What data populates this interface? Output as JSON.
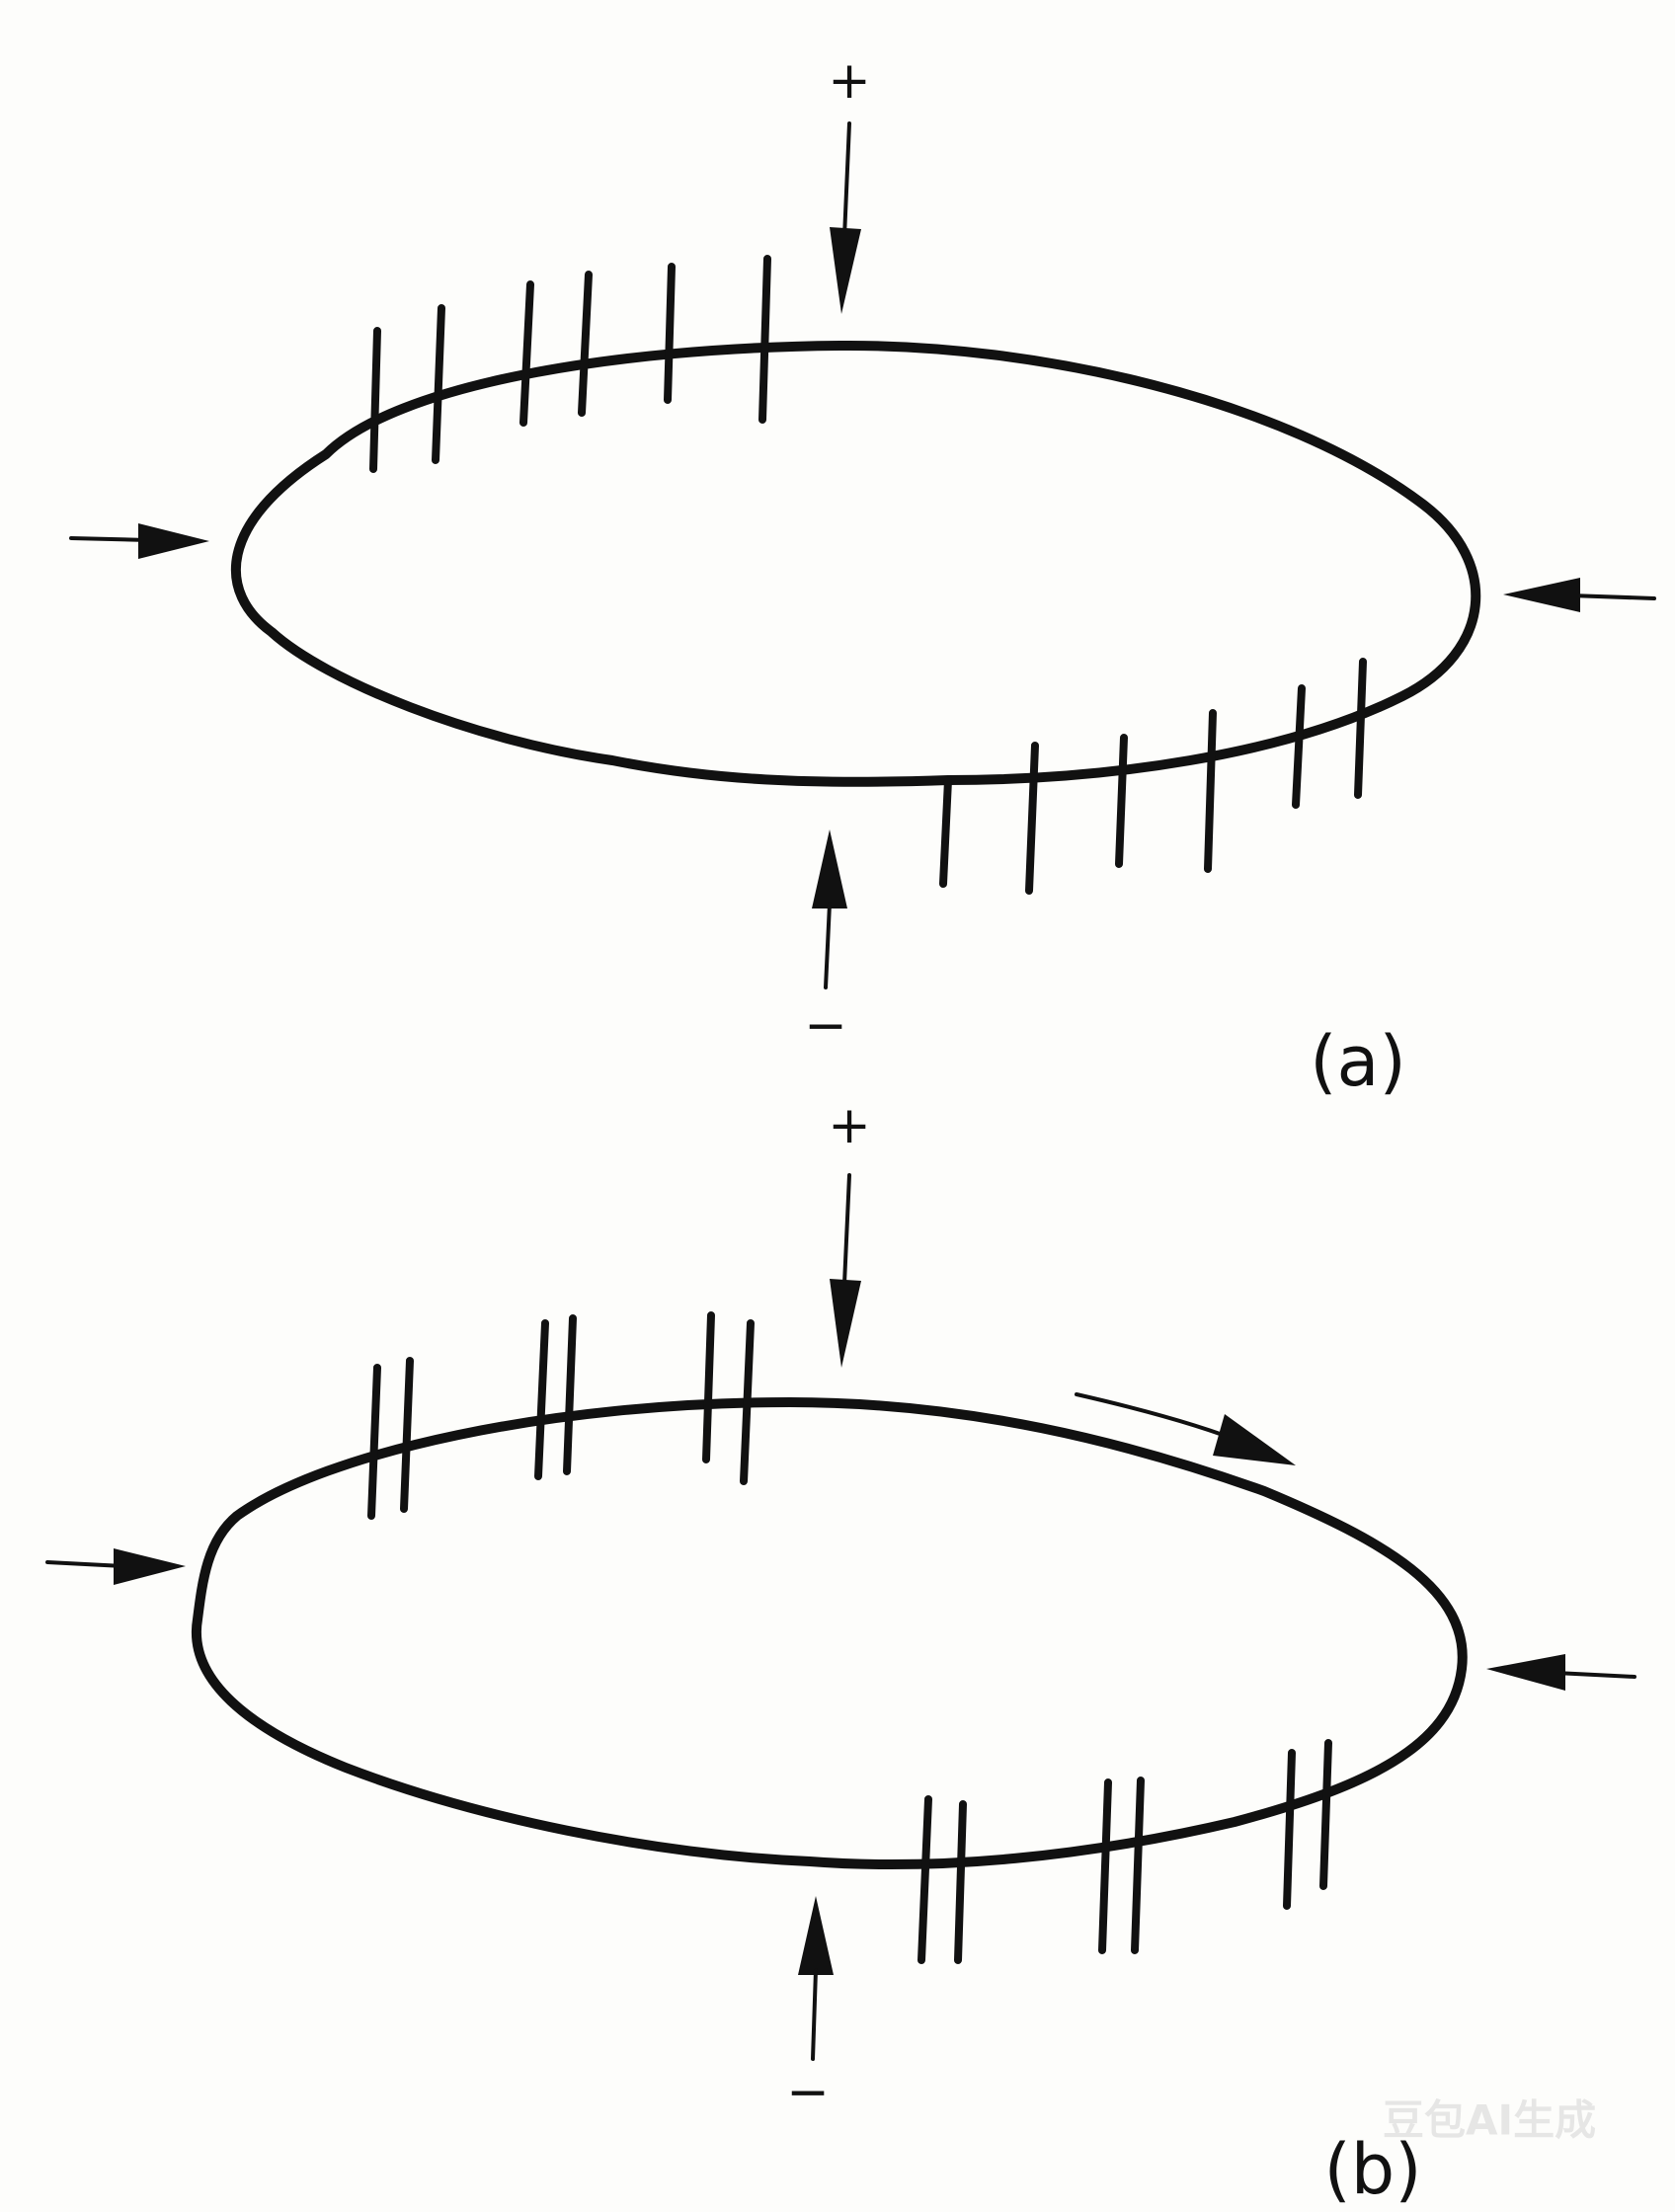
{
  "panels": [
    {
      "id": "a",
      "label": "(a)",
      "top_sign": "+",
      "bottom_sign": "−",
      "hatch_style": "single",
      "circulation_arrow": false
    },
    {
      "id": "b",
      "label": "(b)",
      "top_sign": "+",
      "bottom_sign": "−",
      "hatch_style": "double",
      "circulation_arrow": true
    }
  ],
  "watermark": "豆包AI生成",
  "colors": {
    "ink": "#111111",
    "paper": "#fdfdfb"
  }
}
